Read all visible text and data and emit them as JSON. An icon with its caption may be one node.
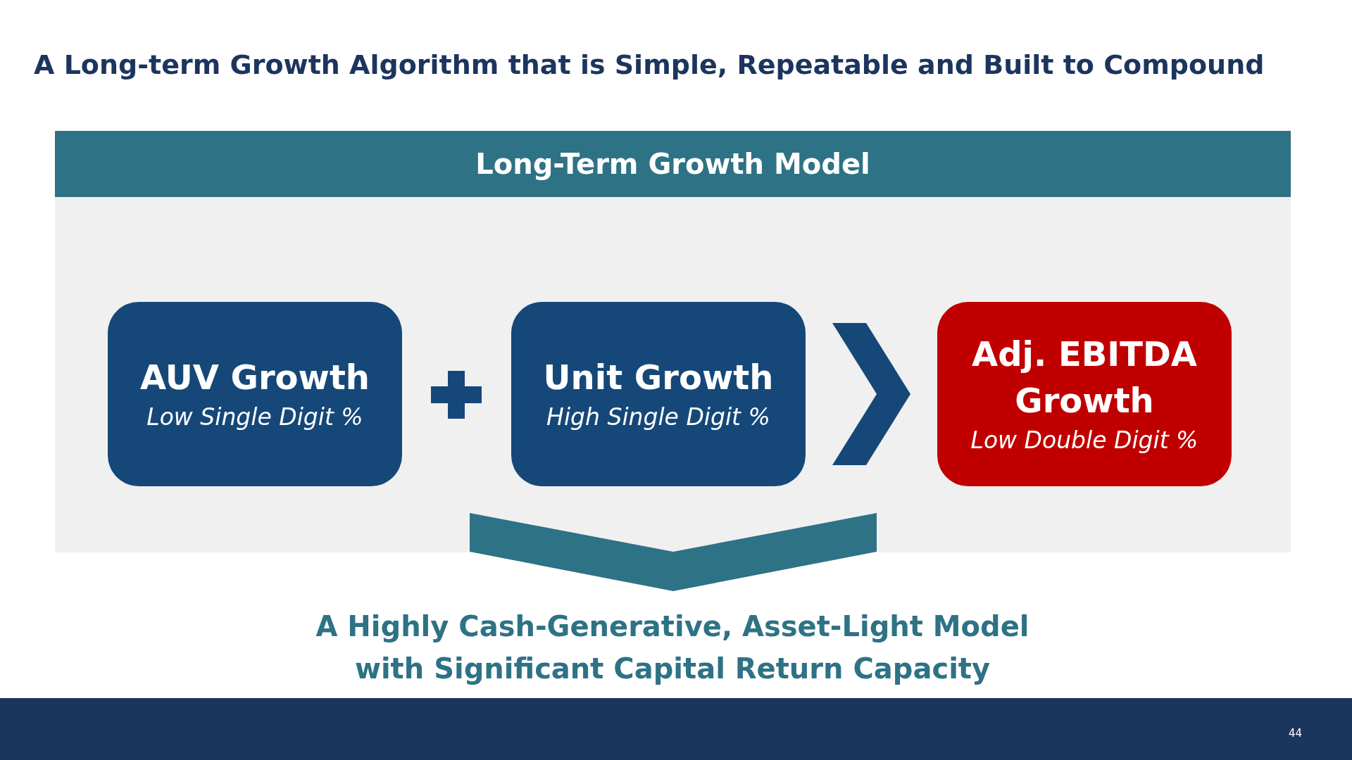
{
  "diagram": {
    "title": "A Long-term Growth Algorithm that is Simple, Repeatable and Built to Compound",
    "nodes": [
      {
        "text": [
          "Long-Term Growth Model"
        ]
      },
      {
        "text": [
          "AUV Growth",
          "Low Single Digit %"
        ],
        "in": 0
      },
      {
        "text": [
          "Unit Growth",
          "High Single Digit %"
        ],
        "in": 0
      },
      {
        "text": [
          "Adj. EBITDA Growth",
          "Low Double Digit %"
        ],
        "in": 0
      },
      {
        "text": [
          "A Highly Cash-Generative, Asset-Light Model with Significant Capital Return Capacity"
        ]
      }
    ],
    "edges": [
      {
        "from": 2,
        "to": 3,
        "arrow": "to"
      },
      {
        "from": 0,
        "to": 4,
        "arrow": "to"
      }
    ],
    "labels": [
      "44"
    ]
  }
}
